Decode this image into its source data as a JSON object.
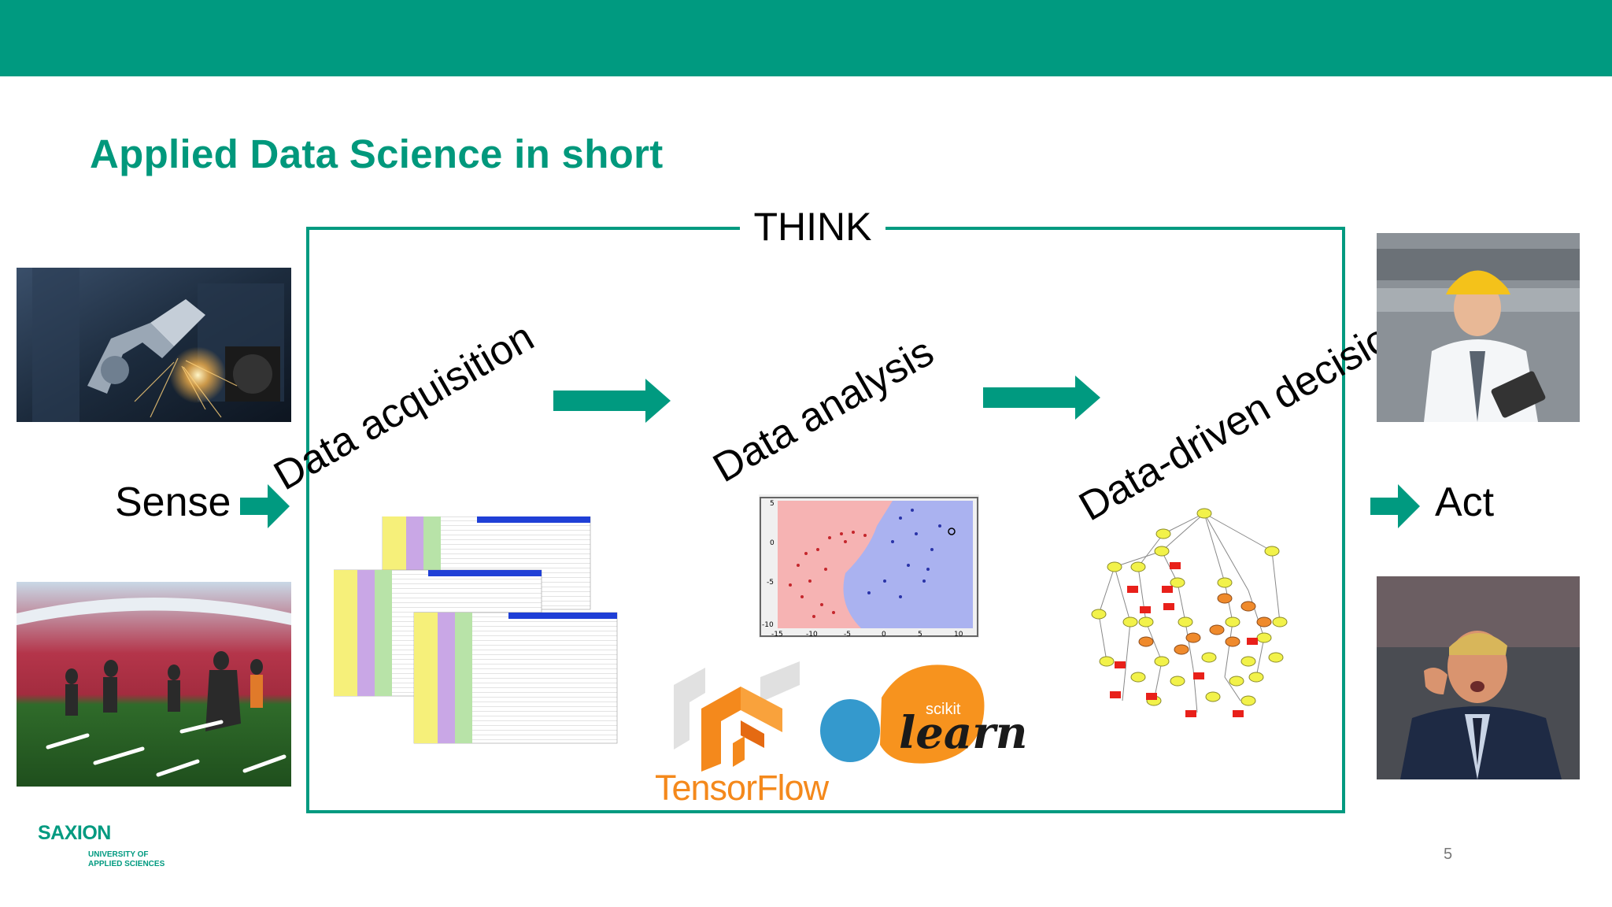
{
  "slide": {
    "title": "Applied Data Science in short",
    "page_number": "5"
  },
  "labels": {
    "think": "THINK",
    "sense": "Sense",
    "act": "Act",
    "data_acquisition": "Data acquisition",
    "data_analysis": "Data analysis",
    "data_driven_decisions": "Data-driven decisions"
  },
  "logos": {
    "tensorflow": "TensorFlow",
    "scikit_small": "scikit",
    "scikit_learn": "learn",
    "saxion_name": "SAXION",
    "saxion_line1": "UNIVERSITY OF",
    "saxion_line2": "APPLIED SCIENCES"
  },
  "scatter_plot": {
    "x_ticks": [
      "-15",
      "-10",
      "-5",
      "0",
      "5",
      "10"
    ],
    "y_ticks": [
      "5",
      "0",
      "-5",
      "-10"
    ]
  },
  "colors": {
    "accent": "#009a80",
    "title": "#00987c",
    "tensorflow_orange": "#f4891c",
    "scikit_orange": "#f7931e",
    "scikit_blue": "#3499cd"
  }
}
